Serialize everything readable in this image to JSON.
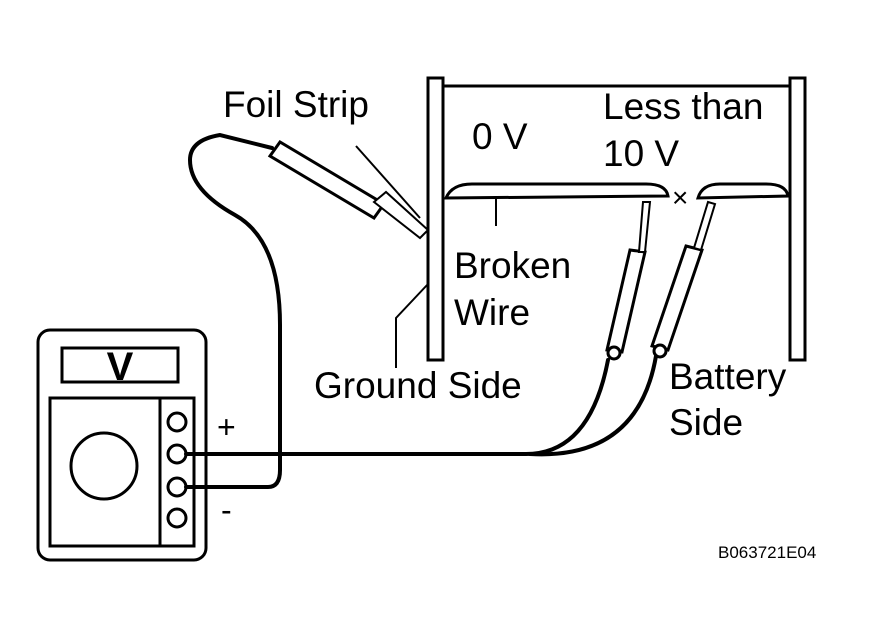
{
  "labels": {
    "foil_strip": "Foil Strip",
    "zero_volts": "0 V",
    "less_than_line1": "Less than",
    "less_than_line2": "10 V",
    "broken_line1": "Broken",
    "broken_line2": "Wire",
    "ground_side": "Ground Side",
    "battery_line1": "Battery",
    "battery_line2": "Side",
    "plus": "+",
    "minus": "-",
    "break_mark": "×",
    "meter_display": "V",
    "figure_id": "B063721E04"
  }
}
